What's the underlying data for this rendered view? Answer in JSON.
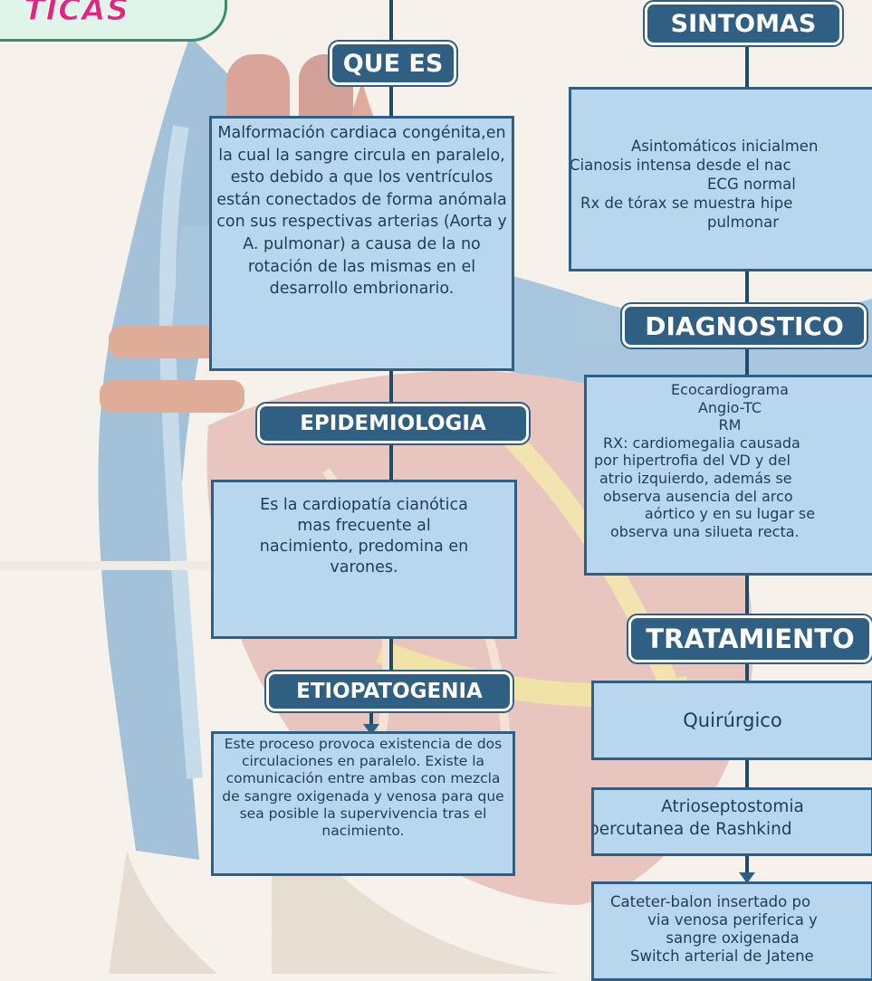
{
  "title_fragment": "TICAS",
  "colors": {
    "header_bg": "#2f5f82",
    "box_bg": "#b8d7ef",
    "box_border": "#2f5f82",
    "text": "#1c3d5a",
    "title": "#e3267d",
    "title_badge": "#dff5ea"
  },
  "left": {
    "que_es": {
      "header": "QUE ES",
      "text": "Malformación cardiaca congénita,en la cual la sangre circula en paralelo, esto debido a que los ventrículos están conectados de forma anómala con sus respectivas arterias (Aorta y A. pulmonar) a causa de la no rotación de las mismas en el desarrollo embrionario."
    },
    "epidemiologia": {
      "header": "EPIDEMIOLOGIA",
      "text": "Es la cardiopatía cianótica mas frecuente al nacimiento, predomina en varones."
    },
    "etiopatogenia": {
      "header": "ETIOPATOGENIA",
      "text": "Este proceso provoca existencia de dos circulaciones en paralelo. Existe la comunicación entre ambas con mezcla de sangre oxigenada y venosa para que sea posible la supervivencia tras el nacimiento."
    }
  },
  "right": {
    "sintomas": {
      "header": "SINTOMAS",
      "lines": [
        "Asintomáticos inicialmen",
        "Cianosis intensa desde el nac",
        "ECG normal",
        "Rx de tórax se muestra hipe",
        "pulmonar"
      ]
    },
    "diagnostico": {
      "header": "DIAGNOSTICO",
      "lines": [
        "Ecocardiograma",
        "Angio-TC",
        "RM",
        "RX: cardiomegalia causada",
        "por hipertrofia del VD y del",
        "atrio izquierdo, además se",
        "observa ausencia del arco",
        "aórtico y en su lugar se",
        "observa una silueta recta."
      ]
    },
    "tratamiento": {
      "header": "TRATAMIENTO",
      "quirurgico": "Quirúrgico",
      "atrioseptostomia": [
        "Atrioseptostomia",
        "percutanea de Rashkind"
      ],
      "cateter": [
        "Cateter-balon insertado po",
        "via venosa periferica y",
        "sangre oxigenada",
        "Switch arterial de Jatene"
      ]
    }
  }
}
